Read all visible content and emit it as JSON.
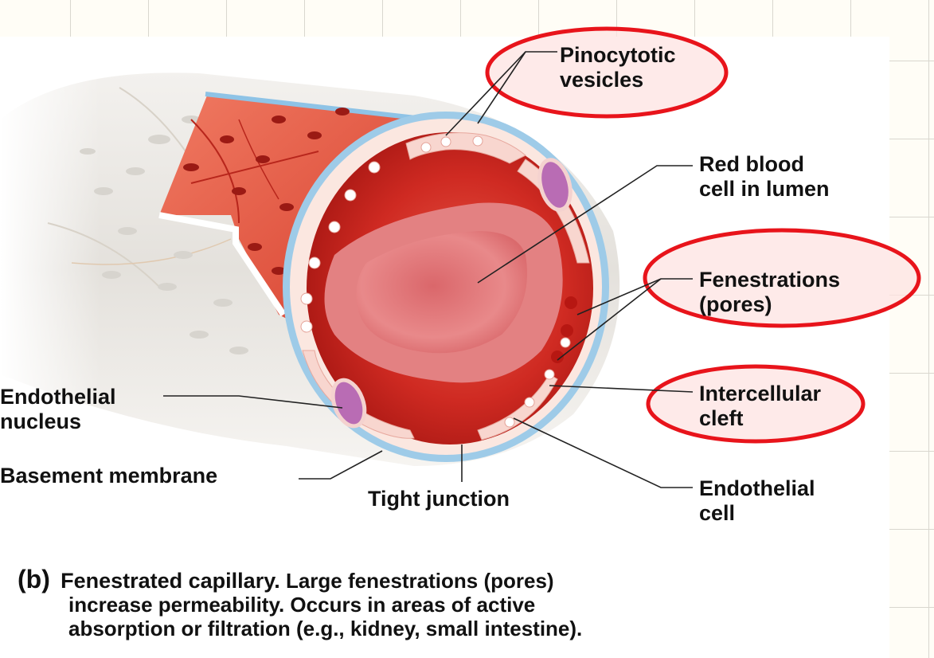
{
  "labels": {
    "pinocytotic": "Pinocytotic\nvesicles",
    "rbc": "Red blood\ncell in lumen",
    "fenestrations": "Fenestrations\n(pores)",
    "intercellular": "Intercellular\ncleft",
    "endothelial_cell": "Endothelial\ncell",
    "endothelial_nucleus": "Endothelial\nnucleus",
    "basement": "Basement membrane",
    "tight": "Tight junction"
  },
  "caption": {
    "letter": "(b)",
    "title": "Fenestrated capillary.",
    "line1": "Large fenestrations (pores)",
    "line2": "increase permeability. Occurs in areas of active",
    "line3": "absorption or filtration (e.g., kidney, small intestine)."
  },
  "colors": {
    "highlight_ring": "#e8141b",
    "highlight_fill": "#fde3e1",
    "vessel_outer": "#e9e6e1",
    "lumen": "#c41e1a",
    "rbc": "#e2787a",
    "nucleus": "#b96cb4"
  }
}
